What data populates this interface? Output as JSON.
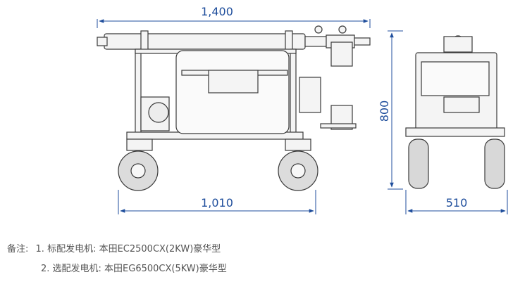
{
  "dimensions": {
    "top_length": "1,400",
    "bottom_length": "1,010",
    "height": "800",
    "width": "510"
  },
  "notes": {
    "prefix": "备注:",
    "line1": "1. 标配发电机: 本田EC2500CX(2KW)豪华型",
    "line2": "2. 选配发电机: 本田EG6500CX(5KW)豪华型"
  },
  "colors": {
    "dimension": "#1f4e9c",
    "line": "#3a3a3a",
    "fill": "#f0f0f0",
    "wheel": "#d8d8d8"
  }
}
